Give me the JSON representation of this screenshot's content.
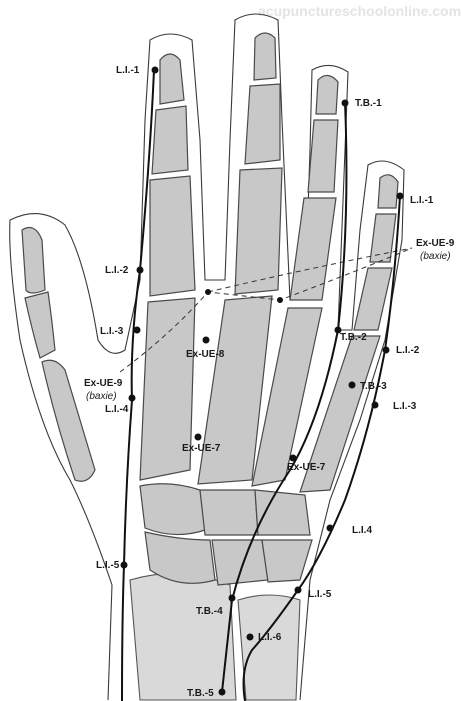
{
  "watermark": "acupunctureschoolonline.com",
  "points": {
    "li1_top": "L.I.-1",
    "li2_left": "L.I.-2",
    "li3_left": "L.I.-3",
    "li4_left": "L.I.-4",
    "li5_left": "L.I.-5",
    "tb1": "T.B.-1",
    "li1_right": "L.I.-1",
    "ex_ue9_right": "Ex-UE-9",
    "baxie_right": "(baxie)",
    "exue8": "Ex-UE-8",
    "tb2": "T.B.-2",
    "li2_right": "L.I.-2",
    "tb3": "T.B.-3",
    "li3_right": "L.I.-3",
    "ex_ue9_left": "Ex-UE-9",
    "baxie_left": "(baxie)",
    "exue7_center": "Ex-UE-7",
    "exue7_right": "Ex-UE-7",
    "li4_right": "L.I.4",
    "li5_right": "L.I.-5",
    "tb4": "T.B.-4",
    "li6": "L.I.-6",
    "tb5": "T.B.-5"
  },
  "colors": {
    "bone": "#c8c8c8",
    "line": "#111111"
  }
}
